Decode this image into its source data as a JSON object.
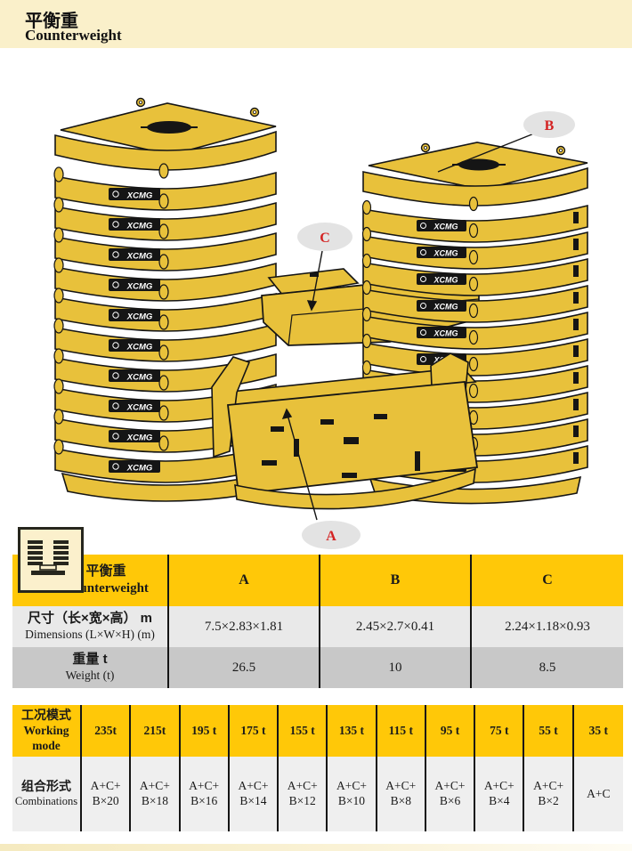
{
  "page": {
    "title_zh": "平衡重",
    "title_en": "Counterweight"
  },
  "colors": {
    "band_cream": "#FAF0CA",
    "table_yellow": "#FFC808",
    "slab_gold": "#E8C13B",
    "row_gray_light": "#E9E9E9",
    "row_gray_dark": "#C8C8C8",
    "combo_row_gray": "#EFEFEF",
    "label_red": "#D42222",
    "label_ellipse_gray": "#E3E3E3"
  },
  "illustration": {
    "logo_text": "XCMG",
    "labels": {
      "a": "A",
      "b": "B",
      "c": "C"
    }
  },
  "spec_table": {
    "header": {
      "label_zh": "平衡重",
      "label_en": "Counterweight",
      "columns": [
        "A",
        "B",
        "C"
      ]
    },
    "dimension_row": {
      "label_zh": "尺寸（长×宽×高） m",
      "label_en": "Dimensions (L×W×H) (m)",
      "values": [
        "7.5×2.83×1.81",
        "2.45×2.7×0.41",
        "2.24×1.18×0.93"
      ]
    },
    "weight_row": {
      "label_zh": "重量 t",
      "label_en": "Weight (t)",
      "values": [
        "26.5",
        "10",
        "8.5"
      ]
    }
  },
  "working_table": {
    "mode_header_zh": "工况模式",
    "mode_header_en": "Working mode",
    "combo_header_zh": "组合形式",
    "combo_header_en": "Combinations",
    "columns": [
      {
        "mode": "235t",
        "combo1": "A+C+",
        "combo2": "B×20"
      },
      {
        "mode": "215t",
        "combo1": "A+C+",
        "combo2": "B×18"
      },
      {
        "mode": "195 t",
        "combo1": "A+C+",
        "combo2": "B×16"
      },
      {
        "mode": "175 t",
        "combo1": "A+C+",
        "combo2": "B×14"
      },
      {
        "mode": "155 t",
        "combo1": "A+C+",
        "combo2": "B×12"
      },
      {
        "mode": "135 t",
        "combo1": "A+C+",
        "combo2": "B×10"
      },
      {
        "mode": "115 t",
        "combo1": "A+C+",
        "combo2": "B×8"
      },
      {
        "mode": "95 t",
        "combo1": "A+C+",
        "combo2": "B×6"
      },
      {
        "mode": "75 t",
        "combo1": "A+C+",
        "combo2": "B×4"
      },
      {
        "mode": "55 t",
        "combo1": "A+C+",
        "combo2": "B×2"
      },
      {
        "mode": "35 t",
        "combo1": "A+C",
        "combo2": ""
      }
    ]
  }
}
